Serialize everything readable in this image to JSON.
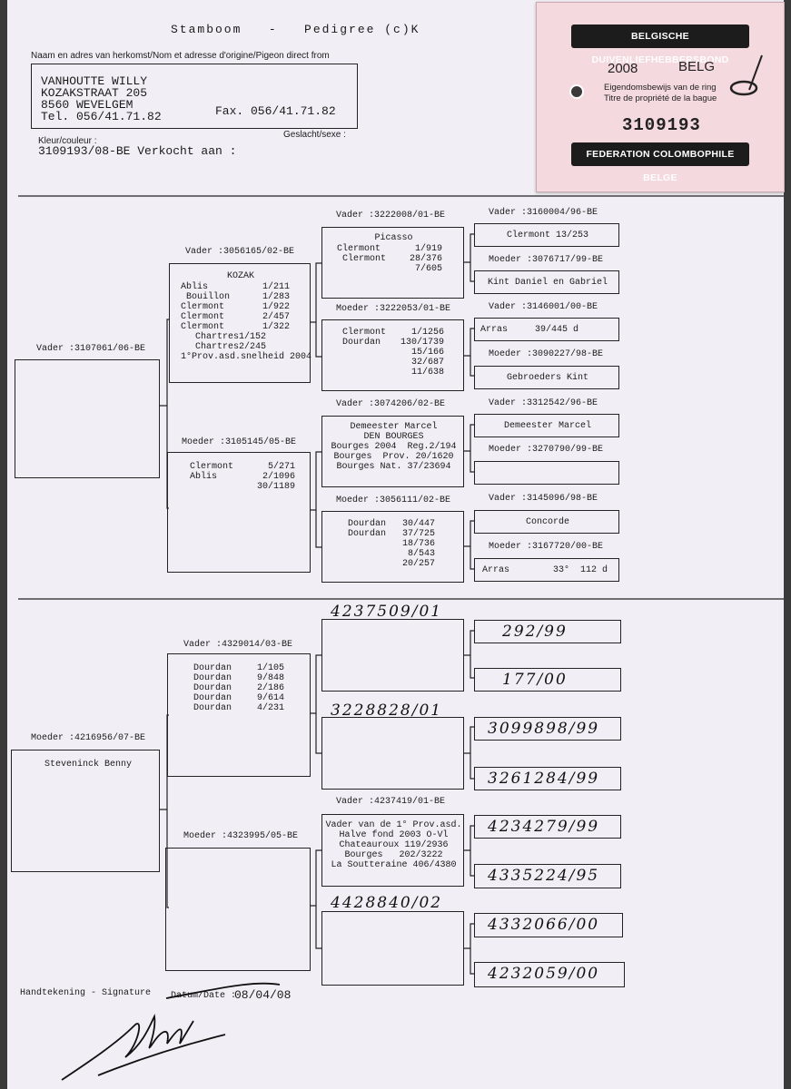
{
  "header": {
    "title": "Stamboom   -   Pedigree (c)K",
    "origin_label": "Naam en adres van herkomst/Nom et adresse d'origine/Pigeon direct from",
    "address": [
      "VANHOUTTE WILLY",
      "KOZAKSTRAAT 205",
      "8560 WEVELGEM",
      "Tel. 056/41.71.82"
    ],
    "fax": "Fax. 056/41.71.82",
    "color_label": "Kleur/couleur :",
    "sex_label": "Geslacht/sexe :",
    "ring_line": "3109193/08-BE Verkocht aan :"
  },
  "ring_card": {
    "top_banner": "BELGISCHE DUIVENLIEFHEBBERSBOND",
    "year": "2008",
    "country": "BELG",
    "text_nl": "Eigendomsbewijs van de ring",
    "text_fr": "Titre de propriété de la bague",
    "number": "3109193",
    "bottom_banner": "FEDERATION COLOMBOPHILE BELGE"
  },
  "generation1": {
    "sire_label": "Vader :3107061/06-BE",
    "dam_label": "Moeder :4216956/07-BE",
    "dam_name": "Steveninck Benny"
  },
  "generation2": {
    "ss_label": "Vader :3056165/02-BE",
    "ss_name": "KOZAK",
    "ss_results": [
      [
        "Ablis",
        "1/211"
      ],
      [
        "Bouillon",
        "1/283"
      ],
      [
        "Clermont",
        "1/922"
      ],
      [
        "Clermont",
        "2/457"
      ],
      [
        "Clermont",
        "1/322"
      ],
      [
        "Chartres",
        "1/152"
      ],
      [
        "Chartres",
        "2/245"
      ]
    ],
    "ss_extra": "1°Prov.asd.snelheid 2004",
    "sd_label": "Moeder :3105145/05-BE",
    "sd_results": [
      [
        "Clermont",
        "5/271"
      ],
      [
        "Ablis",
        "2/1096"
      ],
      [
        "",
        "30/1189"
      ]
    ],
    "ds_label": "Vader :4329014/03-BE",
    "ds_results": [
      [
        "Dourdan",
        "1/105"
      ],
      [
        "Dourdan",
        "9/848"
      ],
      [
        "Dourdan",
        "2/186"
      ],
      [
        "Dourdan",
        "9/614"
      ],
      [
        "Dourdan",
        "4/231"
      ]
    ],
    "dd_label": "Moeder :4323995/05-BE"
  },
  "generation3": {
    "g1_label": "Vader :3222008/01-BE",
    "g1_name": "Picasso",
    "g1_results": [
      [
        "Clermont",
        "1/919"
      ],
      [
        "",
        "28/376"
      ],
      [
        "Clermont",
        "7/605"
      ]
    ],
    "g2_label": "Moeder :3222053/01-BE",
    "g2_results": [
      [
        "Clermont",
        "1/1256"
      ],
      [
        "",
        "130/1739"
      ],
      [
        "",
        "15/166"
      ],
      [
        "Dourdan",
        "32/687"
      ],
      [
        "",
        "11/638"
      ]
    ],
    "g3_label": "Vader :3074206/02-BE",
    "g3_lines": [
      "Demeester Marcel",
      "DEN BOURGES",
      "Bourges 2004  Reg.2/194",
      "Bourges  Prov. 20/1620",
      "Bourges Nat. 37/23694"
    ],
    "g4_label": "Moeder :3056111/02-BE",
    "g4_results": [
      [
        "Dourdan",
        "30/447"
      ],
      [
        "",
        "37/725"
      ],
      [
        "",
        "18/736"
      ],
      [
        "Dourdan",
        "8/543"
      ],
      [
        "",
        "20/257"
      ]
    ],
    "g5_hand": "4237509/01",
    "g6_hand": "3228828/01",
    "g7_label": "Vader :4237419/01-BE",
    "g7_lines": [
      "Vader van de 1° Prov.asd.",
      "Halve fond 2003 O-Vl",
      "Chateauroux 119/2936",
      "Bourges   202/3222",
      "La Soutteraine 406/4380"
    ],
    "g8_hand": "4428840/02"
  },
  "generation4": {
    "a_label": "Vader :3160004/96-BE",
    "a_text": "Clermont 13/253",
    "b_label": "Moeder :3076717/99-BE",
    "b_text": "Kint Daniel en Gabriel",
    "c_label": "Vader :3146001/00-BE",
    "c_text": "Arras     39/445 d",
    "d_label": "Moeder :3090227/98-BE",
    "d_text": "Gebroeders Kint",
    "e_label": "Vader :3312542/96-BE",
    "e_text": "Demeester Marcel",
    "f_label": "Moeder :3270790/99-BE",
    "f_text": "",
    "g_label": "Vader :3145096/98-BE",
    "g_text": "Concorde",
    "h_label": "Moeder :3167720/00-BE",
    "h_text": "Arras        33°  112 d",
    "hand": [
      "292/99",
      "177/00",
      "3099898/99",
      "3261284/99",
      "4234279/99",
      "4335224/95",
      "4332066/00",
      "4232059/00"
    ]
  },
  "footer": {
    "signature_label": "Handtekening - Signature",
    "date_label": "Datum/Date :",
    "date_value": "08/04/08"
  }
}
